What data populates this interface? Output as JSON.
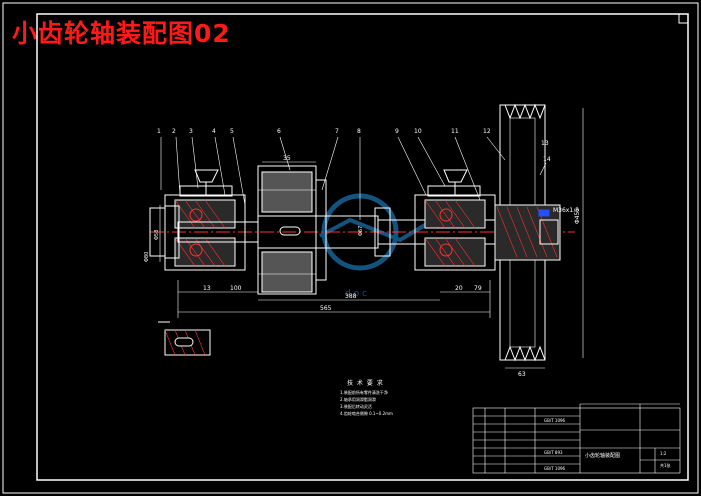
{
  "title": "小齿轮轴装配图02",
  "colors": {
    "background": "#000000",
    "frame": "#ffffff",
    "part_outline": "#ffffff",
    "center_line": "#ff3030",
    "dimension": "#ffffff",
    "hatch": "#ff3030",
    "gear_fill": "#606060",
    "watermark": "#1a6fa8"
  },
  "balloons": [
    "1",
    "2",
    "3",
    "4",
    "5",
    "6",
    "7",
    "8",
    "9",
    "10",
    "11",
    "12",
    "13",
    "14"
  ],
  "dimensions": {
    "overall_length": "565",
    "bearing_span_left": "100",
    "middle_span": "388",
    "right_span": "79",
    "left_step": "13",
    "right_step": "20",
    "gear_width": "35",
    "pulley_width": "63",
    "thread": "M36x1.5",
    "pulley_diameter": "Φ455",
    "shaft_dia_mid": "Φ67",
    "shaft_dia_left": "Φ58",
    "bearing_dia": "Φ80"
  },
  "tech_requirements": {
    "heading": "技 术 要 求",
    "lines": [
      "1.装配前所有零件清洗干净",
      "2.轴承用润滑脂润滑",
      "3.装配后转动灵活",
      "4.齿轮啮合侧隙 0.1~0.2mm"
    ]
  },
  "title_block": {
    "drawing_name": "小齿轮轴装配图",
    "scale": "1:2",
    "sheet": "共1张",
    "std_refs": [
      "GB/T 1096",
      "GB/T 893",
      "GB/T 1096"
    ]
  }
}
